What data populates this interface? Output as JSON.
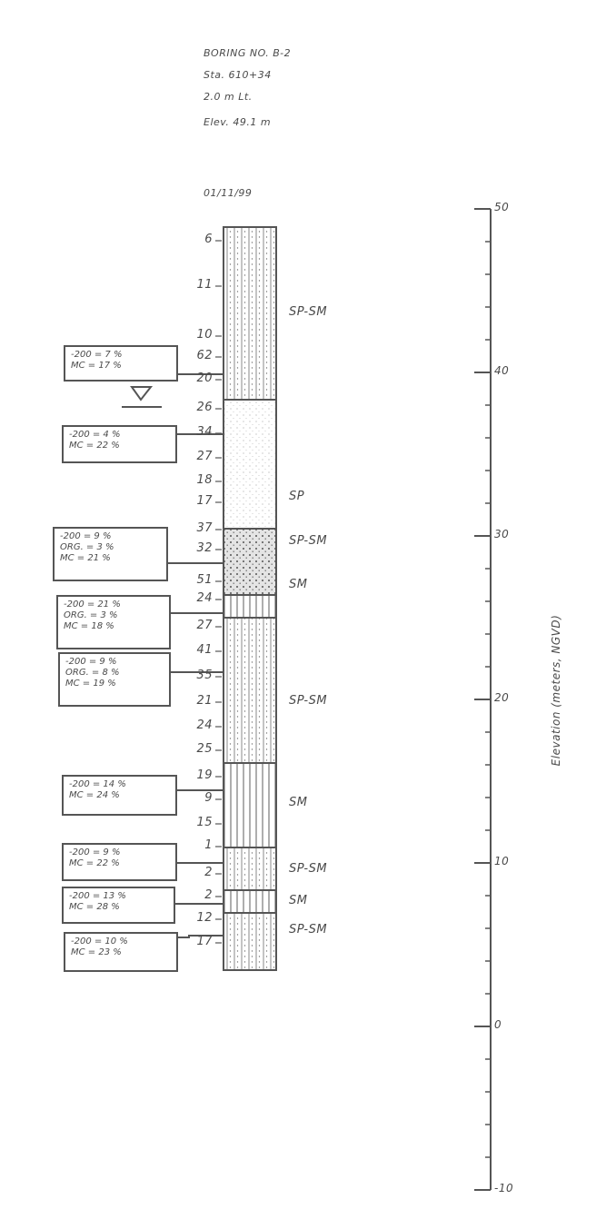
{
  "header": {
    "boring_no": "BORING NO. B-2",
    "station": "Sta. 610+34",
    "offset": "2.0 m Lt.",
    "elevation": "Elev. 49.1 m",
    "date": "01/11/99"
  },
  "blow_counts": [
    "6",
    "11",
    "10",
    "62",
    "20",
    "26",
    "34",
    "27",
    "18",
    "17",
    "37",
    "32",
    "51",
    "24",
    "27",
    "41",
    "35",
    "21",
    "24",
    "25",
    "19",
    "9",
    "15",
    "1",
    "2",
    "2",
    "12",
    "17"
  ],
  "layers": [
    {
      "soil": "SP-SM",
      "pattern": "dots-lines"
    },
    {
      "soil": "SP",
      "pattern": "sparse-dots"
    },
    {
      "soil": "SP-SM",
      "pattern": "cross-dots"
    },
    {
      "soil": "SM",
      "pattern": "lines"
    },
    {
      "soil": "SP-SM",
      "pattern": "dots-lines"
    },
    {
      "soil": "SM",
      "pattern": "lines"
    },
    {
      "soil": "SP-SM",
      "pattern": "dots-lines"
    },
    {
      "soil": "SM",
      "pattern": "lines"
    },
    {
      "soil": "SP-SM",
      "pattern": "dots-lines"
    }
  ],
  "lab_tests": [
    {
      "lines": [
        "-200 = 7 %",
        "MC = 17 %"
      ]
    },
    {
      "lines": [
        "-200 = 4 %",
        "MC = 22 %"
      ]
    },
    {
      "lines": [
        "-200 = 9 %",
        "ORG. = 3 %",
        "MC = 21 %"
      ]
    },
    {
      "lines": [
        "-200 = 21 %",
        "ORG. = 3 %",
        "MC = 18 %"
      ]
    },
    {
      "lines": [
        "-200 = 9 %",
        "ORG. = 8 %",
        "MC = 19 %"
      ]
    },
    {
      "lines": [
        "-200 = 14 %",
        "MC = 24 %"
      ]
    },
    {
      "lines": [
        "-200 = 9 %",
        "MC = 22 %"
      ]
    },
    {
      "lines": [
        "-200 = 13 %",
        "MC = 28 %"
      ]
    },
    {
      "lines": [
        "-200 = 10 %",
        "MC = 23 %"
      ]
    }
  ],
  "elevation_axis": {
    "label": "Elevation (meters, NGVD)",
    "ticks": [
      "50",
      "40",
      "30",
      "20",
      "10",
      "0",
      "-10"
    ],
    "range": [
      -10,
      50
    ],
    "minor_step": 2
  }
}
